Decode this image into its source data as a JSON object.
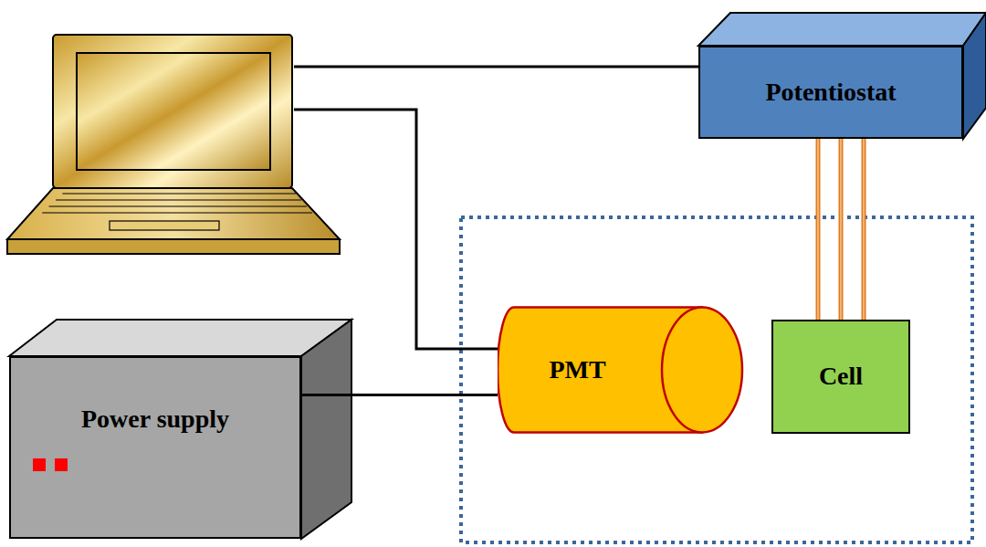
{
  "diagram": {
    "nodes": [
      {
        "text": [
          "Potentiostat"
        ]
      },
      {
        "text": [
          "PMT"
        ]
      },
      {
        "text": [
          "Cell"
        ]
      },
      {
        "text": [
          "Power supply"
        ]
      }
    ],
    "edges": [
      {
        "from": 0,
        "to": 2,
        "arrow": "none"
      },
      {
        "from": 3,
        "to": 1,
        "arrow": "none"
      }
    ]
  }
}
